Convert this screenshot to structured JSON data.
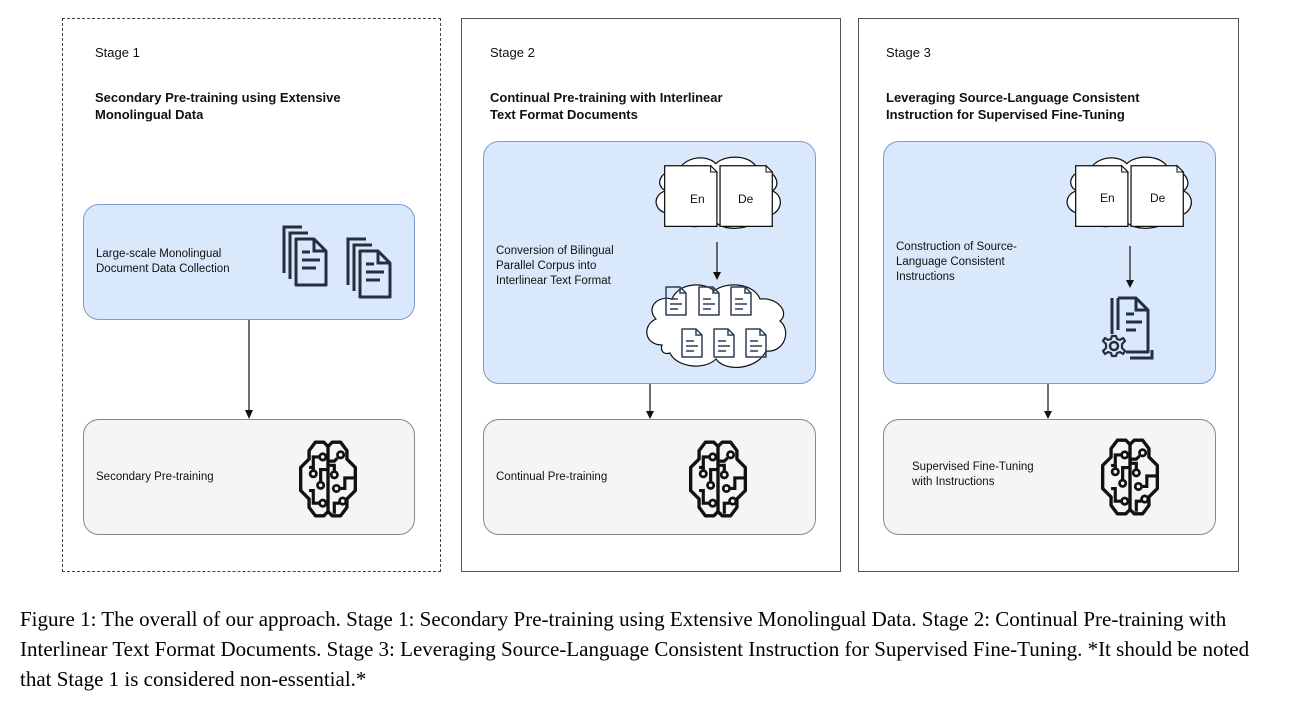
{
  "stages": [
    {
      "label": "Stage 1",
      "title_line1": "Secondary Pre-training using Extensive",
      "title_line2": "Monolingual Data",
      "border_style": "dashed",
      "top_box": {
        "line1": "Large-scale Monolingual",
        "line2": "Document Data Collection",
        "icon": "document-stack-icon"
      },
      "bottom_box": {
        "line1": "Secondary Pre-training",
        "line2": "",
        "icon": "brain-circuit-icon"
      }
    },
    {
      "label": "Stage 2",
      "title_line1": "Continual Pre-training with Interlinear",
      "title_line2": "Text Format Documents",
      "border_style": "solid",
      "top_box": {
        "line1": "Conversion of Bilingual",
        "line2": "Parallel Corpus into",
        "line3": "Interlinear Text Format",
        "source_docs": [
          "En",
          "De"
        ],
        "icon": "interlinear-documents-cloud-icon"
      },
      "bottom_box": {
        "line1": "Continual Pre-training",
        "line2": "",
        "icon": "brain-circuit-icon"
      }
    },
    {
      "label": "Stage 3",
      "title_line1": "Leveraging Source-Language Consistent",
      "title_line2": "Instruction for Supervised Fine-Tuning",
      "border_style": "solid",
      "top_box": {
        "line1": "Construction of Source-",
        "line2": "Language Consistent",
        "line3": "Instructions",
        "source_docs": [
          "En",
          "De"
        ],
        "icon": "instruction-document-gear-icon"
      },
      "bottom_box": {
        "line1": "Supervised Fine-Tuning",
        "line2": "with Instructions",
        "icon": "brain-circuit-icon"
      }
    }
  ],
  "caption": "Figure 1: The overall of our approach. Stage 1: Secondary Pre-training using Extensive Monolingual Data. Stage 2: Continual Pre-training with Interlinear Text Format Documents. Stage 3: Leveraging Source-Language Consistent Instruction for Supervised Fine-Tuning. *It should be noted that Stage 1 is considered non-essential.*",
  "colors": {
    "blue_box_fill": "#dae8fc",
    "blue_box_stroke": "#7d9bd0",
    "gray_box_fill": "#f5f5f5",
    "gray_box_stroke": "#888888",
    "icon_stroke": "#232f3e"
  }
}
